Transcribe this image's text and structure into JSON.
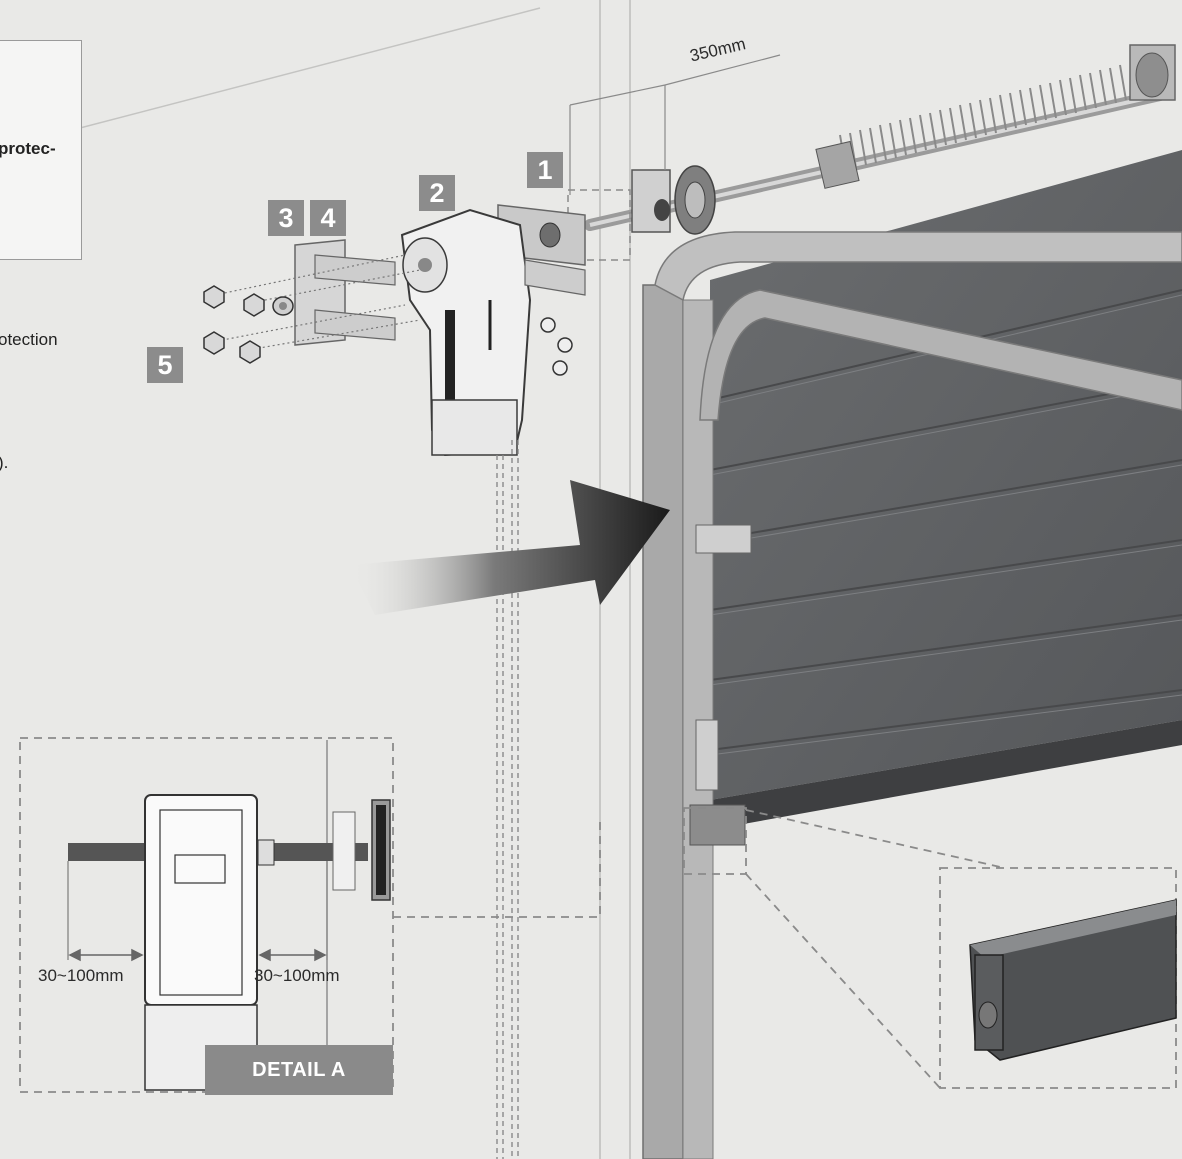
{
  "left_text": {
    "line1": "protec-",
    "line2": "otection",
    "line3": ")."
  },
  "badges": {
    "b1": "1",
    "b2": "2",
    "b3": "3",
    "b4": "4",
    "b5": "5"
  },
  "dimensions": {
    "spring_offset": "350mm",
    "left_gap": "30~100mm",
    "right_gap": "30~100mm"
  },
  "detail_label": "DETAIL A",
  "colors": {
    "badge": "#8c8c8c",
    "door_panel": "#5f6163",
    "wall": "#e9e9e7"
  }
}
